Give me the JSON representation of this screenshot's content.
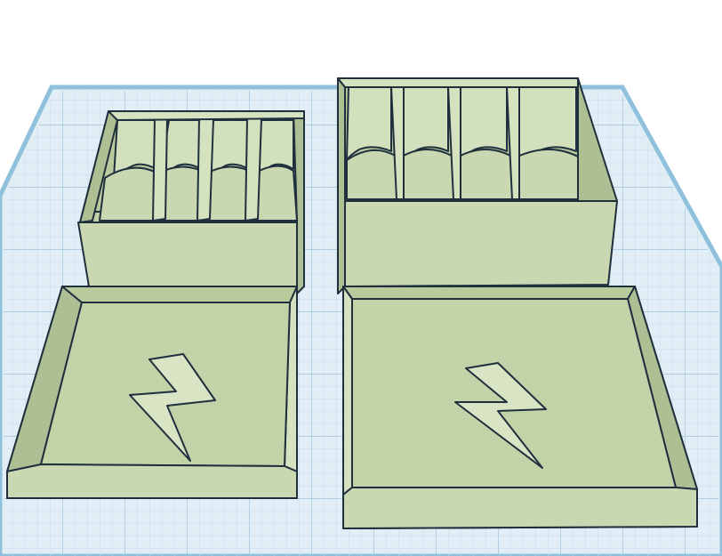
{
  "viewport": {
    "description_free": true,
    "colors": {
      "background": "#ffffff",
      "workplane": "#e2eef6",
      "grid_minor": "#c6dcea",
      "grid_major": "#9ec4dc",
      "workplane_edge": "#8fc0dc",
      "part_face": "#c9d8b0",
      "part_face_light": "#d5e2bf",
      "part_face_dark": "#aebf93",
      "part_floor": "#c3d3a8",
      "outline": "#1f2f3e"
    }
  },
  "objects": [
    {
      "name": "small-battery-box",
      "icon": "box-with-dividers"
    },
    {
      "name": "large-battery-box",
      "icon": "box-with-dividers"
    },
    {
      "name": "small-lid",
      "icon": "lightning-bolt-icon"
    },
    {
      "name": "large-lid",
      "icon": "lightning-bolt-icon"
    }
  ]
}
